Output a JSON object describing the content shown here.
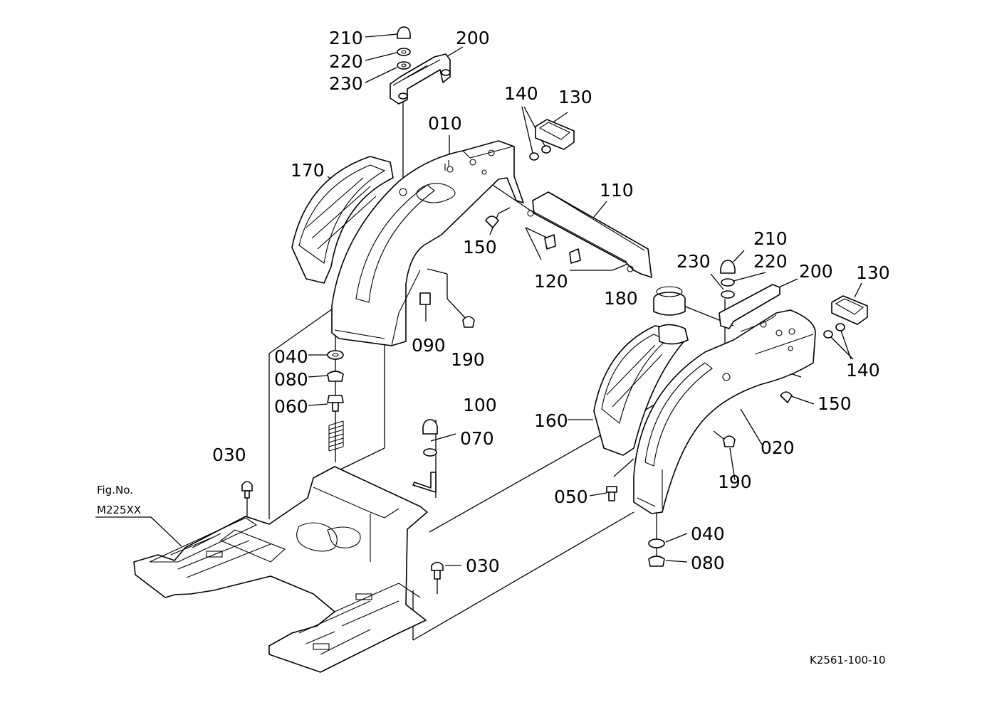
{
  "reference_figure": {
    "prefix": "Fig.No.",
    "number": "M225XX"
  },
  "drawing_code": "K2561-100-10",
  "callouts": [
    {
      "id": "c-210a",
      "text": "210"
    },
    {
      "id": "c-220a",
      "text": "220"
    },
    {
      "id": "c-230a",
      "text": "230"
    },
    {
      "id": "c-200a",
      "text": "200"
    },
    {
      "id": "c-140a",
      "text": "140"
    },
    {
      "id": "c-130a",
      "text": "130"
    },
    {
      "id": "c-010",
      "text": "010"
    },
    {
      "id": "c-170",
      "text": "170"
    },
    {
      "id": "c-110",
      "text": "110"
    },
    {
      "id": "c-150a",
      "text": "150"
    },
    {
      "id": "c-120",
      "text": "120"
    },
    {
      "id": "c-210b",
      "text": "210"
    },
    {
      "id": "c-230b",
      "text": "230"
    },
    {
      "id": "c-220b",
      "text": "220"
    },
    {
      "id": "c-200b",
      "text": "200"
    },
    {
      "id": "c-130b",
      "text": "130"
    },
    {
      "id": "c-180",
      "text": "180"
    },
    {
      "id": "c-090",
      "text": "090"
    },
    {
      "id": "c-190a",
      "text": "190"
    },
    {
      "id": "c-040a",
      "text": "040"
    },
    {
      "id": "c-080a",
      "text": "080"
    },
    {
      "id": "c-060",
      "text": "060"
    },
    {
      "id": "c-140b",
      "text": "140"
    },
    {
      "id": "c-150b",
      "text": "150"
    },
    {
      "id": "c-100",
      "text": "100"
    },
    {
      "id": "c-070",
      "text": "070"
    },
    {
      "id": "c-160",
      "text": "160"
    },
    {
      "id": "c-020",
      "text": "020"
    },
    {
      "id": "c-030a",
      "text": "030"
    },
    {
      "id": "c-190b",
      "text": "190"
    },
    {
      "id": "c-050",
      "text": "050"
    },
    {
      "id": "c-040b",
      "text": "040"
    },
    {
      "id": "c-080b",
      "text": "080"
    },
    {
      "id": "c-030b",
      "text": "030"
    }
  ]
}
